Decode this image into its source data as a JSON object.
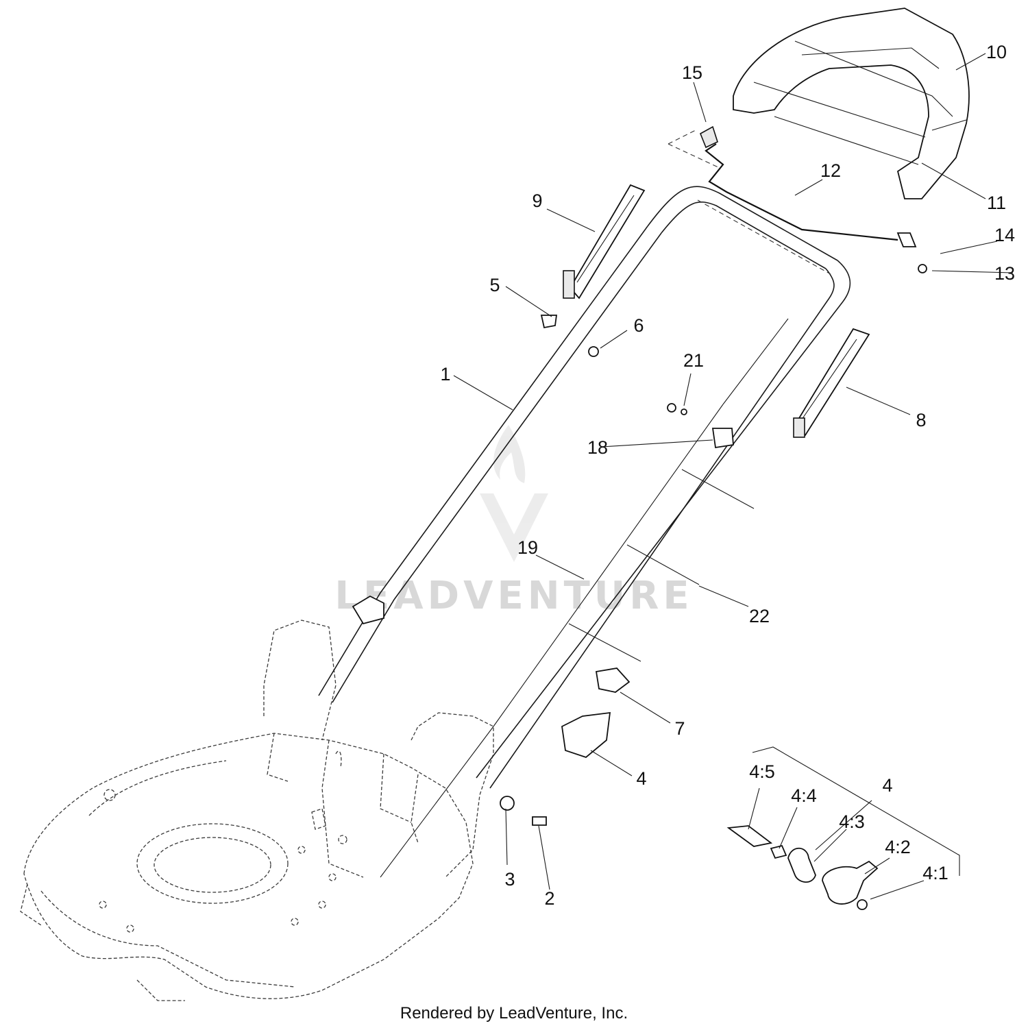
{
  "diagram": {
    "labels": [
      "1",
      "2",
      "3",
      "4",
      "4",
      "4:1",
      "4:2",
      "4:3",
      "4:4",
      "4:5",
      "5",
      "6",
      "7",
      "8",
      "9",
      "10",
      "11",
      "12",
      "13",
      "14",
      "15",
      "18",
      "19",
      "21",
      "22"
    ]
  },
  "watermark": "LEADVENTURE",
  "footer": "Rendered by LeadVenture, Inc."
}
